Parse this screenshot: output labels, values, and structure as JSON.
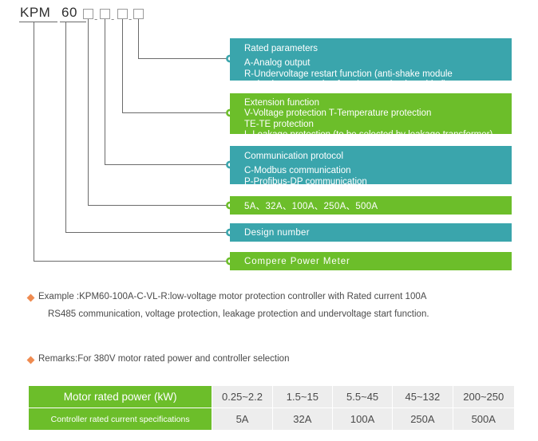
{
  "model_code": {
    "prefix": "KPM",
    "series": "60",
    "checkbox_count": 4,
    "separator": "-"
  },
  "colors": {
    "teal": "#3aa5ac",
    "green": "#6cbe2a",
    "bullet": "#ef8b50",
    "line": "#6b6b6b",
    "table_value_bg": "#ededed"
  },
  "boxes": [
    {
      "name": "rated-parameters",
      "color": "teal",
      "title": "Rated parameters",
      "lines": [
        "A-Analog output",
        "R-Undervoltage restart function (anti-shake module",
        "and voltage protection function need to be added)"
      ]
    },
    {
      "name": "extension-function",
      "color": "green",
      "title": "Extension function",
      "lines": [
        "V-Voltage protection          T-Temperature protection",
        "TE-TE protection",
        "L-Leakage protection (to be selected by leakage transformer)"
      ]
    },
    {
      "name": "communication-protocol",
      "color": "teal",
      "title": "Communication protocol",
      "lines": [
        "C-Modbus communication",
        "P-Profibus-DP communication"
      ]
    },
    {
      "name": "rated-current",
      "color": "green",
      "title": "5A、32A、100A、250A、500A",
      "lines": []
    },
    {
      "name": "design-number",
      "color": "teal",
      "title": "Design number",
      "lines": []
    },
    {
      "name": "product-name",
      "color": "green",
      "title": "Compere Power Meter",
      "lines": []
    }
  ],
  "notes": [
    {
      "name": "example-note",
      "line1": "Example :KPM60-100A-C-VL-R:low-voltage motor protection controller with Rated current 100A",
      "line2": "RS485 communication, voltage protection, leakage protection and undervoltage start function."
    },
    {
      "name": "remarks-note",
      "line1": "Remarks:For 380V motor rated power and controller selection",
      "line2": ""
    }
  ],
  "spec_table": {
    "row_labels": [
      "Motor rated power (kW)",
      "Controller rated current specifications"
    ],
    "rows": [
      [
        "0.25~2.2",
        "1.5~15",
        "5.5~45",
        "45~132",
        "200~250"
      ],
      [
        "5A",
        "32A",
        "100A",
        "250A",
        "500A"
      ]
    ]
  }
}
